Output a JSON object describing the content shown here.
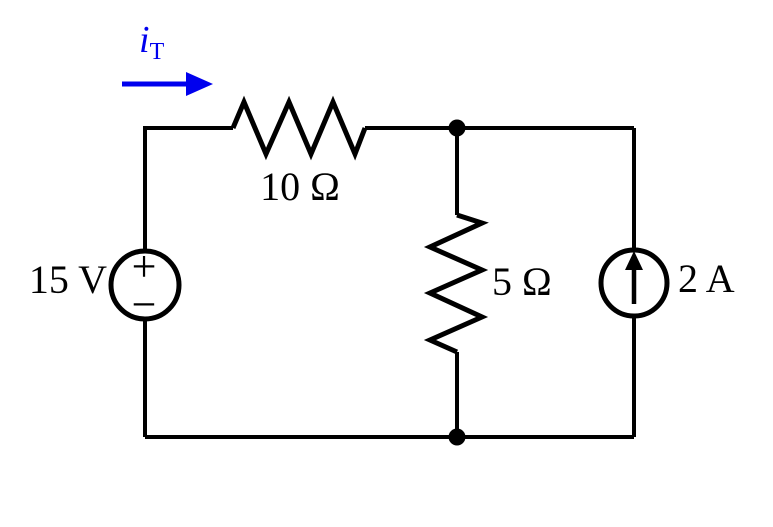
{
  "colors": {
    "wire": "#000000",
    "annotation_blue": "#0000ee",
    "background": "#ffffff"
  },
  "circuit": {
    "total_current": {
      "symbol": "i",
      "subscript": "T",
      "direction": "right"
    },
    "voltage_source": {
      "label": "15 V",
      "plus_sign": "+",
      "minus_sign": "−"
    },
    "series_resistor": {
      "label": "10 Ω"
    },
    "shunt_resistor": {
      "label": "5 Ω"
    },
    "current_source": {
      "label": "2 A",
      "direction": "up"
    }
  }
}
